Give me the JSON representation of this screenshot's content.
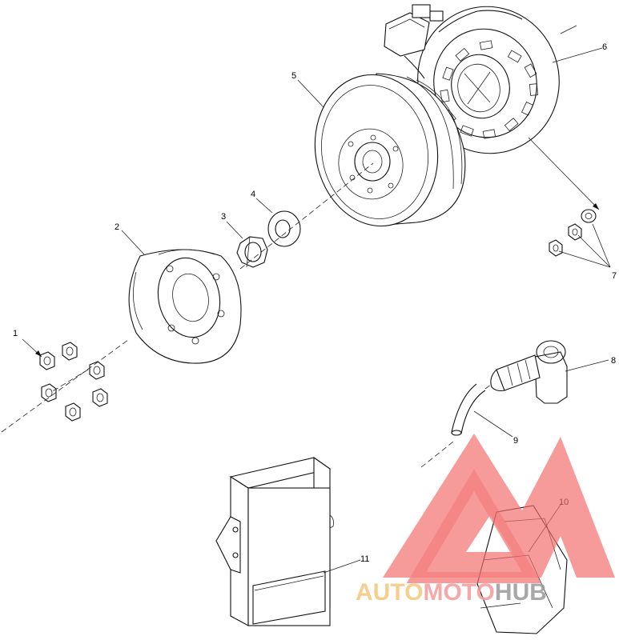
{
  "diagram": {
    "callouts": [
      {
        "id": "c1",
        "label": "1"
      },
      {
        "id": "c2",
        "label": "2"
      },
      {
        "id": "c3",
        "label": "3"
      },
      {
        "id": "c4",
        "label": "4"
      },
      {
        "id": "c5",
        "label": "5"
      },
      {
        "id": "c6",
        "label": "6"
      },
      {
        "id": "c7",
        "label": "7"
      },
      {
        "id": "c8",
        "label": "8"
      },
      {
        "id": "c9",
        "label": "9"
      },
      {
        "id": "c10",
        "label": "10"
      },
      {
        "id": "c11",
        "label": "11"
      }
    ]
  },
  "watermark": {
    "part1": "AUTO",
    "part2": "MOTO",
    "part3": "HUB",
    "colors": {
      "part1": "#f5c77a",
      "part2": "#f49a9a",
      "part3": "#9a9a9a",
      "logo": "#f26b6b"
    }
  }
}
